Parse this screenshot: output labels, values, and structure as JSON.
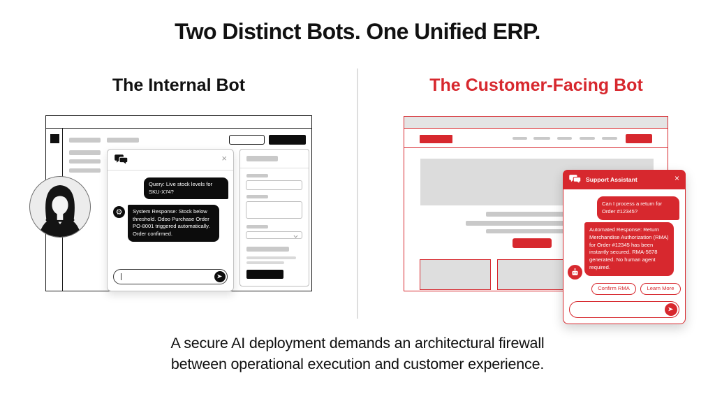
{
  "title": "Two Distinct Bots. One Unified ERP.",
  "colors": {
    "accent_red": "#d7282e",
    "ink_black": "#0d0d0d",
    "placeholder_gray": "#c9c9c9"
  },
  "icons": {
    "close": "×",
    "gear": "⚙",
    "chat": "chat-bubbles",
    "send": "arrow-right",
    "robot": "robot-face",
    "chevron": "chevron-down"
  },
  "internal": {
    "heading": "The Internal Bot",
    "chat": {
      "user_message": "Query: Live stock levels for SKU-X74?",
      "system_message": "System Response: Stock below threshold. Odoo Purchase Order PO-8001 triggered automatically. Order confirmed.",
      "input_value": "",
      "input_placeholder": ""
    }
  },
  "customer": {
    "heading": "The Customer-Facing Bot",
    "chat": {
      "header_title": "Support Assistant",
      "user_message": "Can I process a return for Order #12345?",
      "bot_message": "Automated Response: Return Merchandise Authorization (RMA) for Order #12345 has been instantly secured. RMA-5678 generated. No human agent required.",
      "buttons": [
        "Confirm RMA",
        "Learn More"
      ],
      "input_value": "",
      "input_placeholder": ""
    }
  },
  "footer": {
    "line1": "A secure AI deployment demands an architectural firewall",
    "line2": "between operational execution and customer experience."
  }
}
